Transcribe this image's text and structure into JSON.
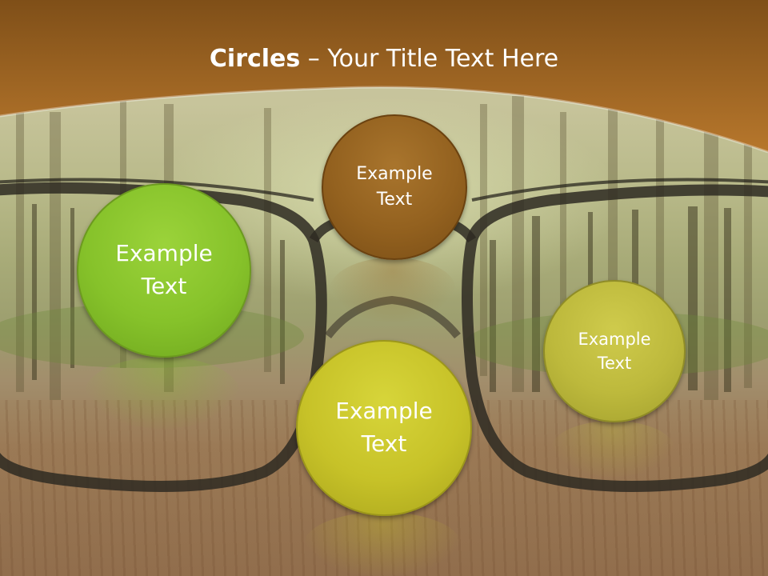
{
  "slide": {
    "title_bold": "Circles",
    "title_rest": " – Your Title Text Here"
  },
  "circles": [
    {
      "label_line1": "Example",
      "label_line2": "Text",
      "color": "#86c22a"
    },
    {
      "label_line1": "Example",
      "label_line2": "Text",
      "color": "#93611f"
    },
    {
      "label_line1": "Example",
      "label_line2": "Text",
      "color": "#c7c228"
    },
    {
      "label_line1": "Example",
      "label_line2": "Text",
      "color": "#bdb93c"
    }
  ],
  "colors": {
    "header_band": "#a0621f",
    "title_text": "#ffffff"
  },
  "icons": {
    "glasses": "eyeglasses-frame-graphic"
  }
}
